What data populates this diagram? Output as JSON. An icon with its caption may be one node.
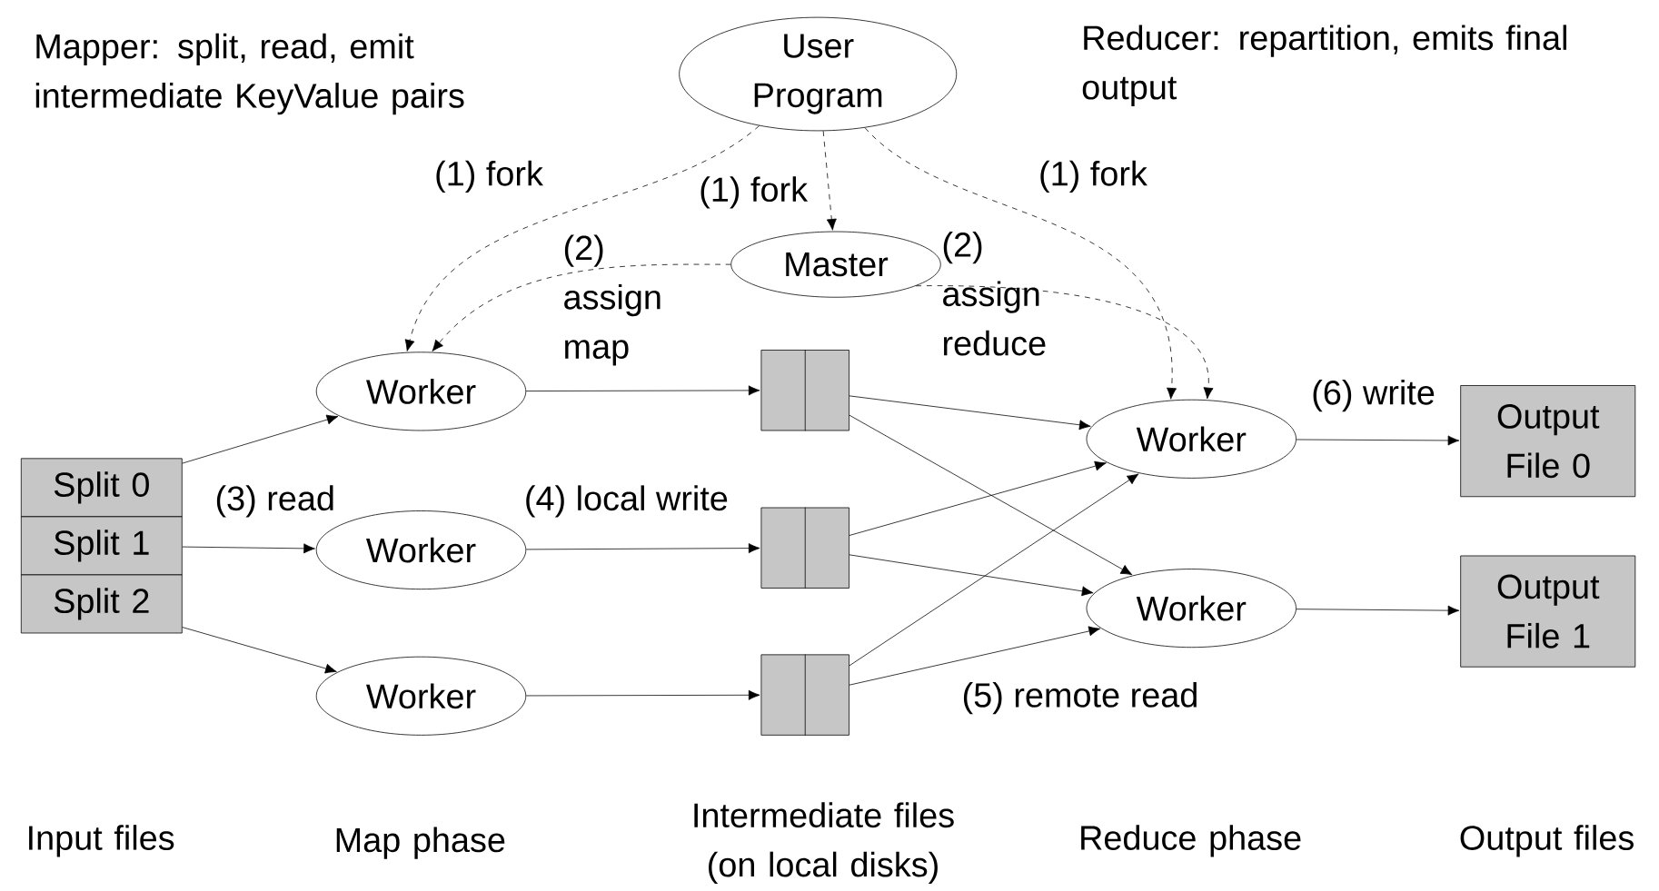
{
  "diagram": {
    "nodes": [
      {
        "text": [
          "User Program"
        ]
      },
      {
        "text": [
          "Master"
        ]
      },
      {
        "text": [
          "Split 0"
        ]
      },
      {
        "text": [
          "Split 1"
        ]
      },
      {
        "text": [
          "Split 2"
        ]
      },
      {
        "text": [
          "Worker"
        ]
      },
      {
        "text": [
          "Worker"
        ]
      },
      {
        "text": [
          "Worker"
        ]
      },
      {
        "text": [],
        "shape": "box"
      },
      {
        "text": [],
        "shape": "box"
      },
      {
        "text": [],
        "shape": "box"
      },
      {
        "text": [
          "Worker"
        ]
      },
      {
        "text": [
          "Worker"
        ]
      },
      {
        "text": [
          "Output File 0"
        ]
      },
      {
        "text": [
          "Output File 1"
        ]
      }
    ],
    "edges": [
      {
        "from": 0,
        "to": 5,
        "arrow": "to",
        "style": "dashed",
        "label": "(1) fork"
      },
      {
        "from": 0,
        "to": 1,
        "arrow": "to",
        "style": "dashed",
        "label": "(1) fork"
      },
      {
        "from": 0,
        "to": 11,
        "arrow": "to",
        "style": "dashed",
        "label": "(1) fork"
      },
      {
        "from": 1,
        "to": 5,
        "arrow": "to",
        "style": "dashed",
        "label": "(2) assign map"
      },
      {
        "from": 1,
        "to": 11,
        "arrow": "to",
        "style": "dashed",
        "label": "(2) assign reduce"
      },
      {
        "from": 2,
        "to": 5,
        "arrow": "to"
      },
      {
        "from": 3,
        "to": 6,
        "arrow": "to",
        "label": "(3) read"
      },
      {
        "from": 4,
        "to": 7,
        "arrow": "to"
      },
      {
        "from": 5,
        "to": 8,
        "arrow": "to"
      },
      {
        "from": 6,
        "to": 9,
        "arrow": "to",
        "label": "(4) local write"
      },
      {
        "from": 7,
        "to": 10,
        "arrow": "to"
      },
      {
        "from": 8,
        "to": 11,
        "arrow": "to"
      },
      {
        "from": 8,
        "to": 12,
        "arrow": "to"
      },
      {
        "from": 9,
        "to": 11,
        "arrow": "to"
      },
      {
        "from": 9,
        "to": 12,
        "arrow": "to"
      },
      {
        "from": 10,
        "to": 11,
        "arrow": "to"
      },
      {
        "from": 10,
        "to": 12,
        "arrow": "to",
        "label": "(5) remote read"
      },
      {
        "from": 11,
        "to": 13,
        "arrow": "to",
        "label": "(6) write"
      },
      {
        "from": 12,
        "to": 14,
        "arrow": "to"
      }
    ],
    "labels": [
      "Mapper: split, read, emit intermediate KeyValue pairs",
      "Reducer: repartition, emits final output",
      "Input files",
      "Map phase",
      "Intermediate files (on local disks)",
      "Reduce phase",
      "Output files"
    ]
  }
}
